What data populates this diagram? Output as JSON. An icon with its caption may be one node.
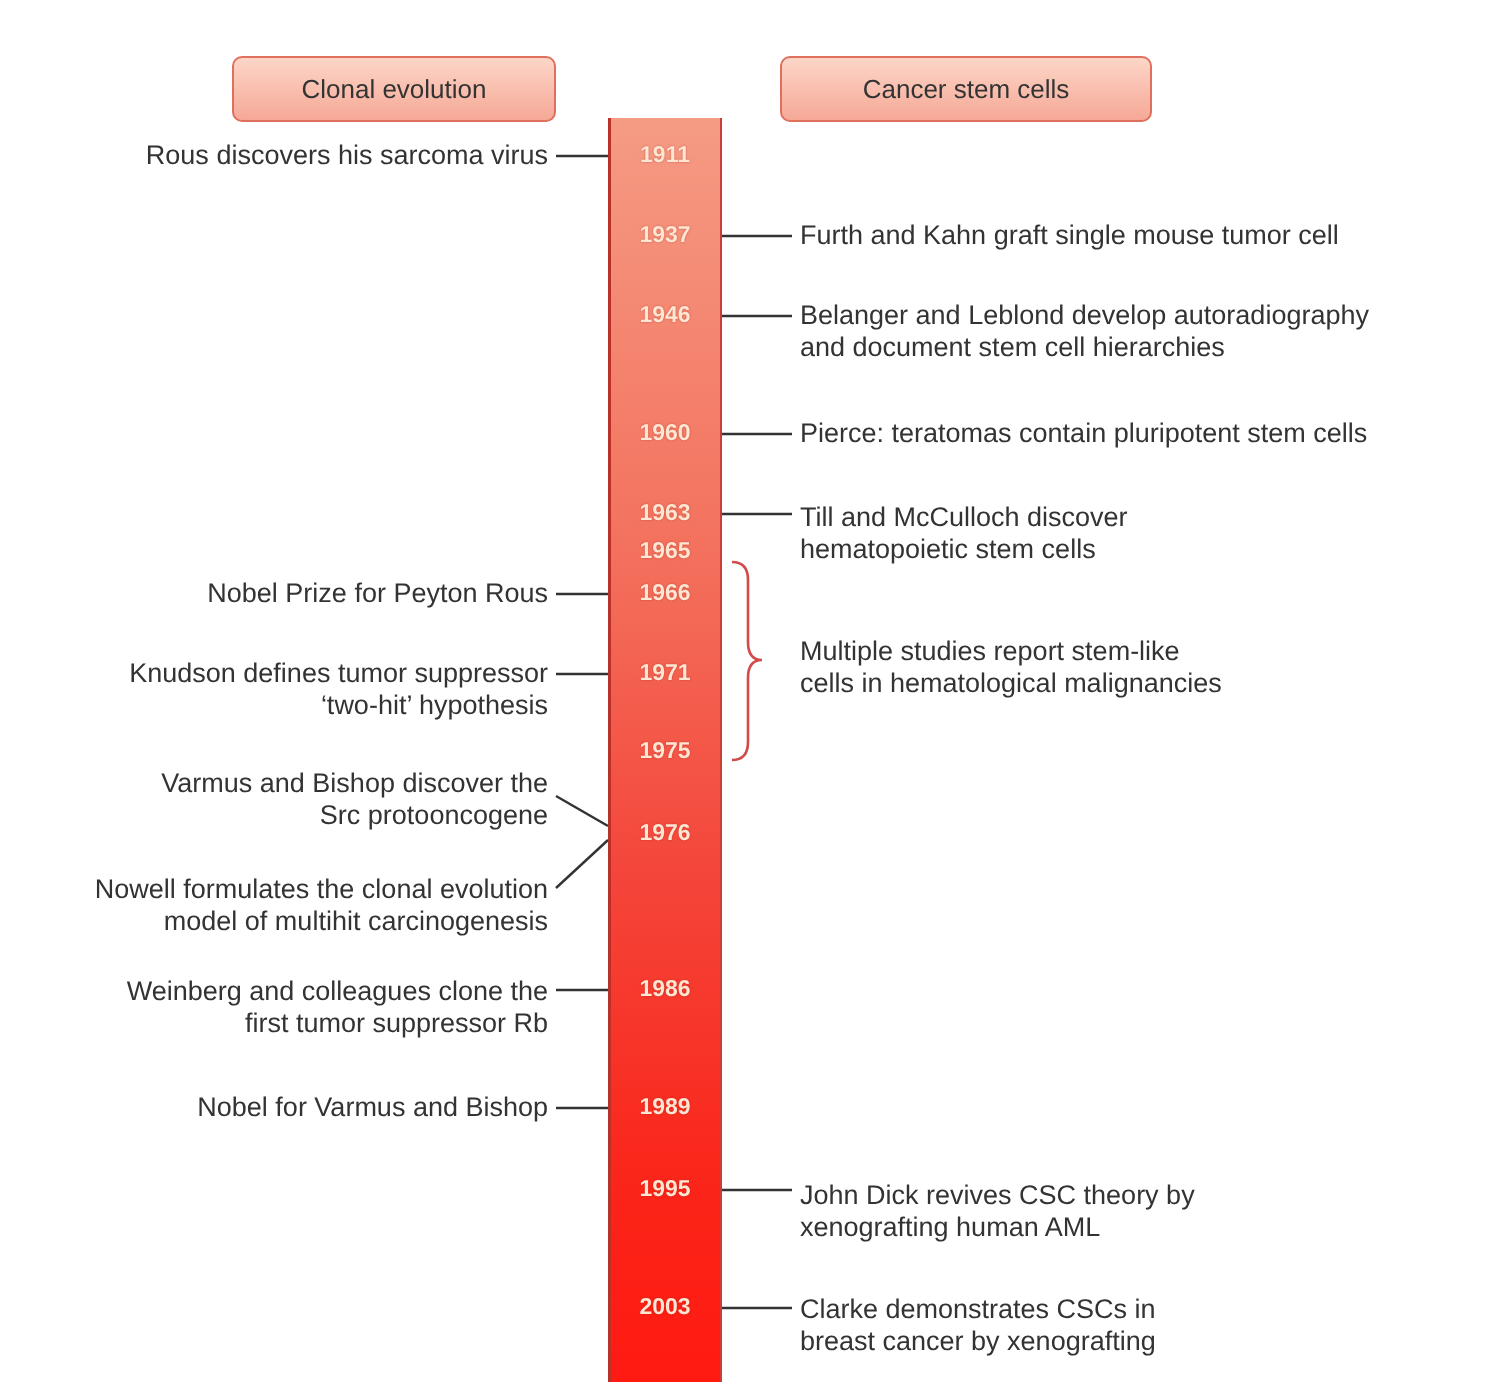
{
  "diagram": {
    "nodes": [
      {
        "text": [
          "Clonal evolution"
        ]
      },
      {
        "text": [
          "Cancer stem cells"
        ]
      },
      {
        "text": [
          "1911",
          "1937",
          "1946",
          "1960",
          "1963",
          "1965",
          "1966",
          "1971",
          "1975",
          "1976",
          "1986",
          "1989",
          "1995",
          "2003"
        ]
      },
      {
        "text": [
          "Rous discovers his sarcoma virus"
        ]
      },
      {
        "text": [
          "Furth and Kahn graft single mouse tumor cell"
        ]
      },
      {
        "text": [
          "Belanger and Leblond develop autoradiography and document stem cell hierarchies"
        ]
      },
      {
        "text": [
          "Pierce: teratomas contain pluripotent stem cells"
        ]
      },
      {
        "text": [
          "Till and McCulloch discover hematopoietic stem cells"
        ]
      },
      {
        "text": [
          "Nobel Prize for Peyton Rous"
        ]
      },
      {
        "text": [
          "Knudson defines tumor suppressor ‘two-hit’ hypothesis"
        ]
      },
      {
        "text": [
          "Varmus and Bishop discover the Src protooncogene"
        ]
      },
      {
        "text": [
          "Nowell formulates the clonal evolution model of multihit carcinogenesis"
        ]
      },
      {
        "text": [
          "Weinberg and colleagues clone the first tumor suppressor Rb"
        ]
      },
      {
        "text": [
          "Nobel for Varmus and Bishop"
        ]
      },
      {
        "text": [
          "John Dick revives CSC theory by xenografting human AML"
        ]
      },
      {
        "text": [
          "Clarke demonstrates CSCs in breast cancer by xenografting"
        ]
      }
    ],
    "edges": [
      {
        "from": 3,
        "to": 2,
        "arrow": "none"
      },
      {
        "from": 4,
        "to": 2,
        "arrow": "none"
      },
      {
        "from": 5,
        "to": 2,
        "arrow": "none"
      },
      {
        "from": 6,
        "to": 2,
        "arrow": "none"
      },
      {
        "from": 7,
        "to": 2,
        "arrow": "none"
      },
      {
        "from": 8,
        "to": 2,
        "arrow": "none"
      },
      {
        "from": 9,
        "to": 2,
        "arrow": "none"
      },
      {
        "from": 10,
        "to": 2,
        "arrow": "none"
      },
      {
        "from": 11,
        "to": 2,
        "arrow": "none"
      },
      {
        "from": 12,
        "to": 2,
        "arrow": "none"
      },
      {
        "from": 13,
        "to": 2,
        "arrow": "none"
      },
      {
        "from": 14,
        "to": 2,
        "arrow": "none"
      },
      {
        "from": 15,
        "to": 2,
        "arrow": "none"
      }
    ],
    "labels": [
      "Multiple studies report stem-like cells in hematological malignancies"
    ]
  }
}
